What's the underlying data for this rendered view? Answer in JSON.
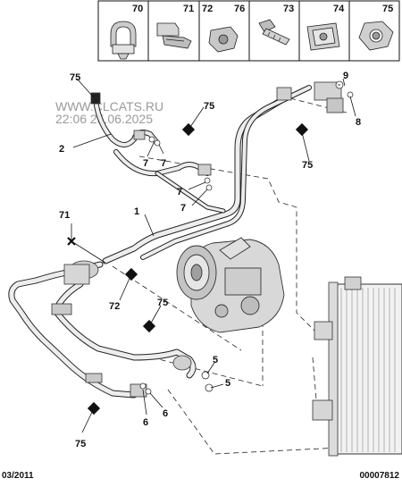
{
  "legend": {
    "items": [
      {
        "number": "70",
        "icon": "spring-clip-icon"
      },
      {
        "number": "71",
        "icon": "pipe-clip-icon"
      },
      {
        "number": "72",
        "icon": "sealing-pad-icon"
      },
      {
        "number": "76",
        "icon": "sealing-pad-icon"
      },
      {
        "number": "73",
        "icon": "flange-bolt-icon"
      },
      {
        "number": "74",
        "icon": "cage-nut-icon"
      },
      {
        "number": "75",
        "icon": "hex-nut-icon"
      }
    ]
  },
  "watermark": {
    "line1": "WWW.CLCATS.RU",
    "line2": "22:06 25.06.2025"
  },
  "callouts": {
    "c75_top": "75",
    "c2": "2",
    "c7a": "7",
    "c7b": "7",
    "c7c": "7",
    "c7d": "7",
    "c75_mid": "75",
    "c9": "9",
    "c8": "8",
    "c75_right": "75",
    "c1": "1",
    "c71": "71",
    "c72": "72",
    "c75_low": "75",
    "c5a": "5",
    "c5b": "5",
    "c6a": "6",
    "c6b": "6",
    "c75_bottom": "75"
  },
  "footer": {
    "date_code": "03/2011",
    "ref_code": "00007812"
  }
}
